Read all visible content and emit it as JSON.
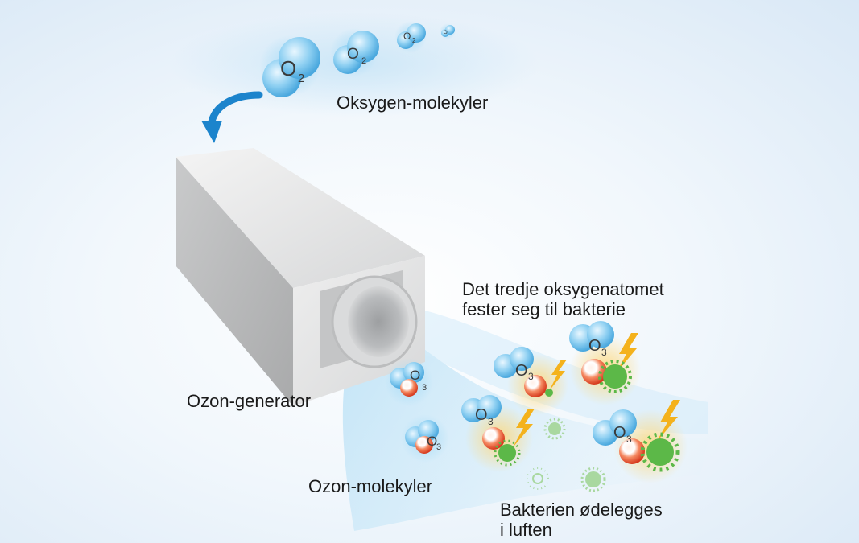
{
  "labels": {
    "oxygen_molecules": "Oksygen-molekyler",
    "ozone_generator": "Ozon-generator",
    "ozone_molecules": "Ozon-molekyler",
    "third_atom_line1": "Det tredje oksygenatomet",
    "third_atom_line2": "fester seg til bakterie",
    "bacteria_destroyed_line1": "Bakterien ødelegges",
    "bacteria_destroyed_line2": "i luften"
  },
  "molecules": {
    "o2_symbol": "O",
    "o2_subscript": "2",
    "o3_symbol": "O",
    "o3_subscript": "3"
  },
  "colors": {
    "oxygen_blue": "#6fc0ec",
    "arrow_blue": "#1c84cc",
    "oxygen_atom_red": "#e5432b",
    "bacteria_green": "#5cb848",
    "bacteria_faded": "#a9d8a0",
    "spark_yellow": "#f4b21c",
    "generator_gray": "#e4e5e6"
  }
}
